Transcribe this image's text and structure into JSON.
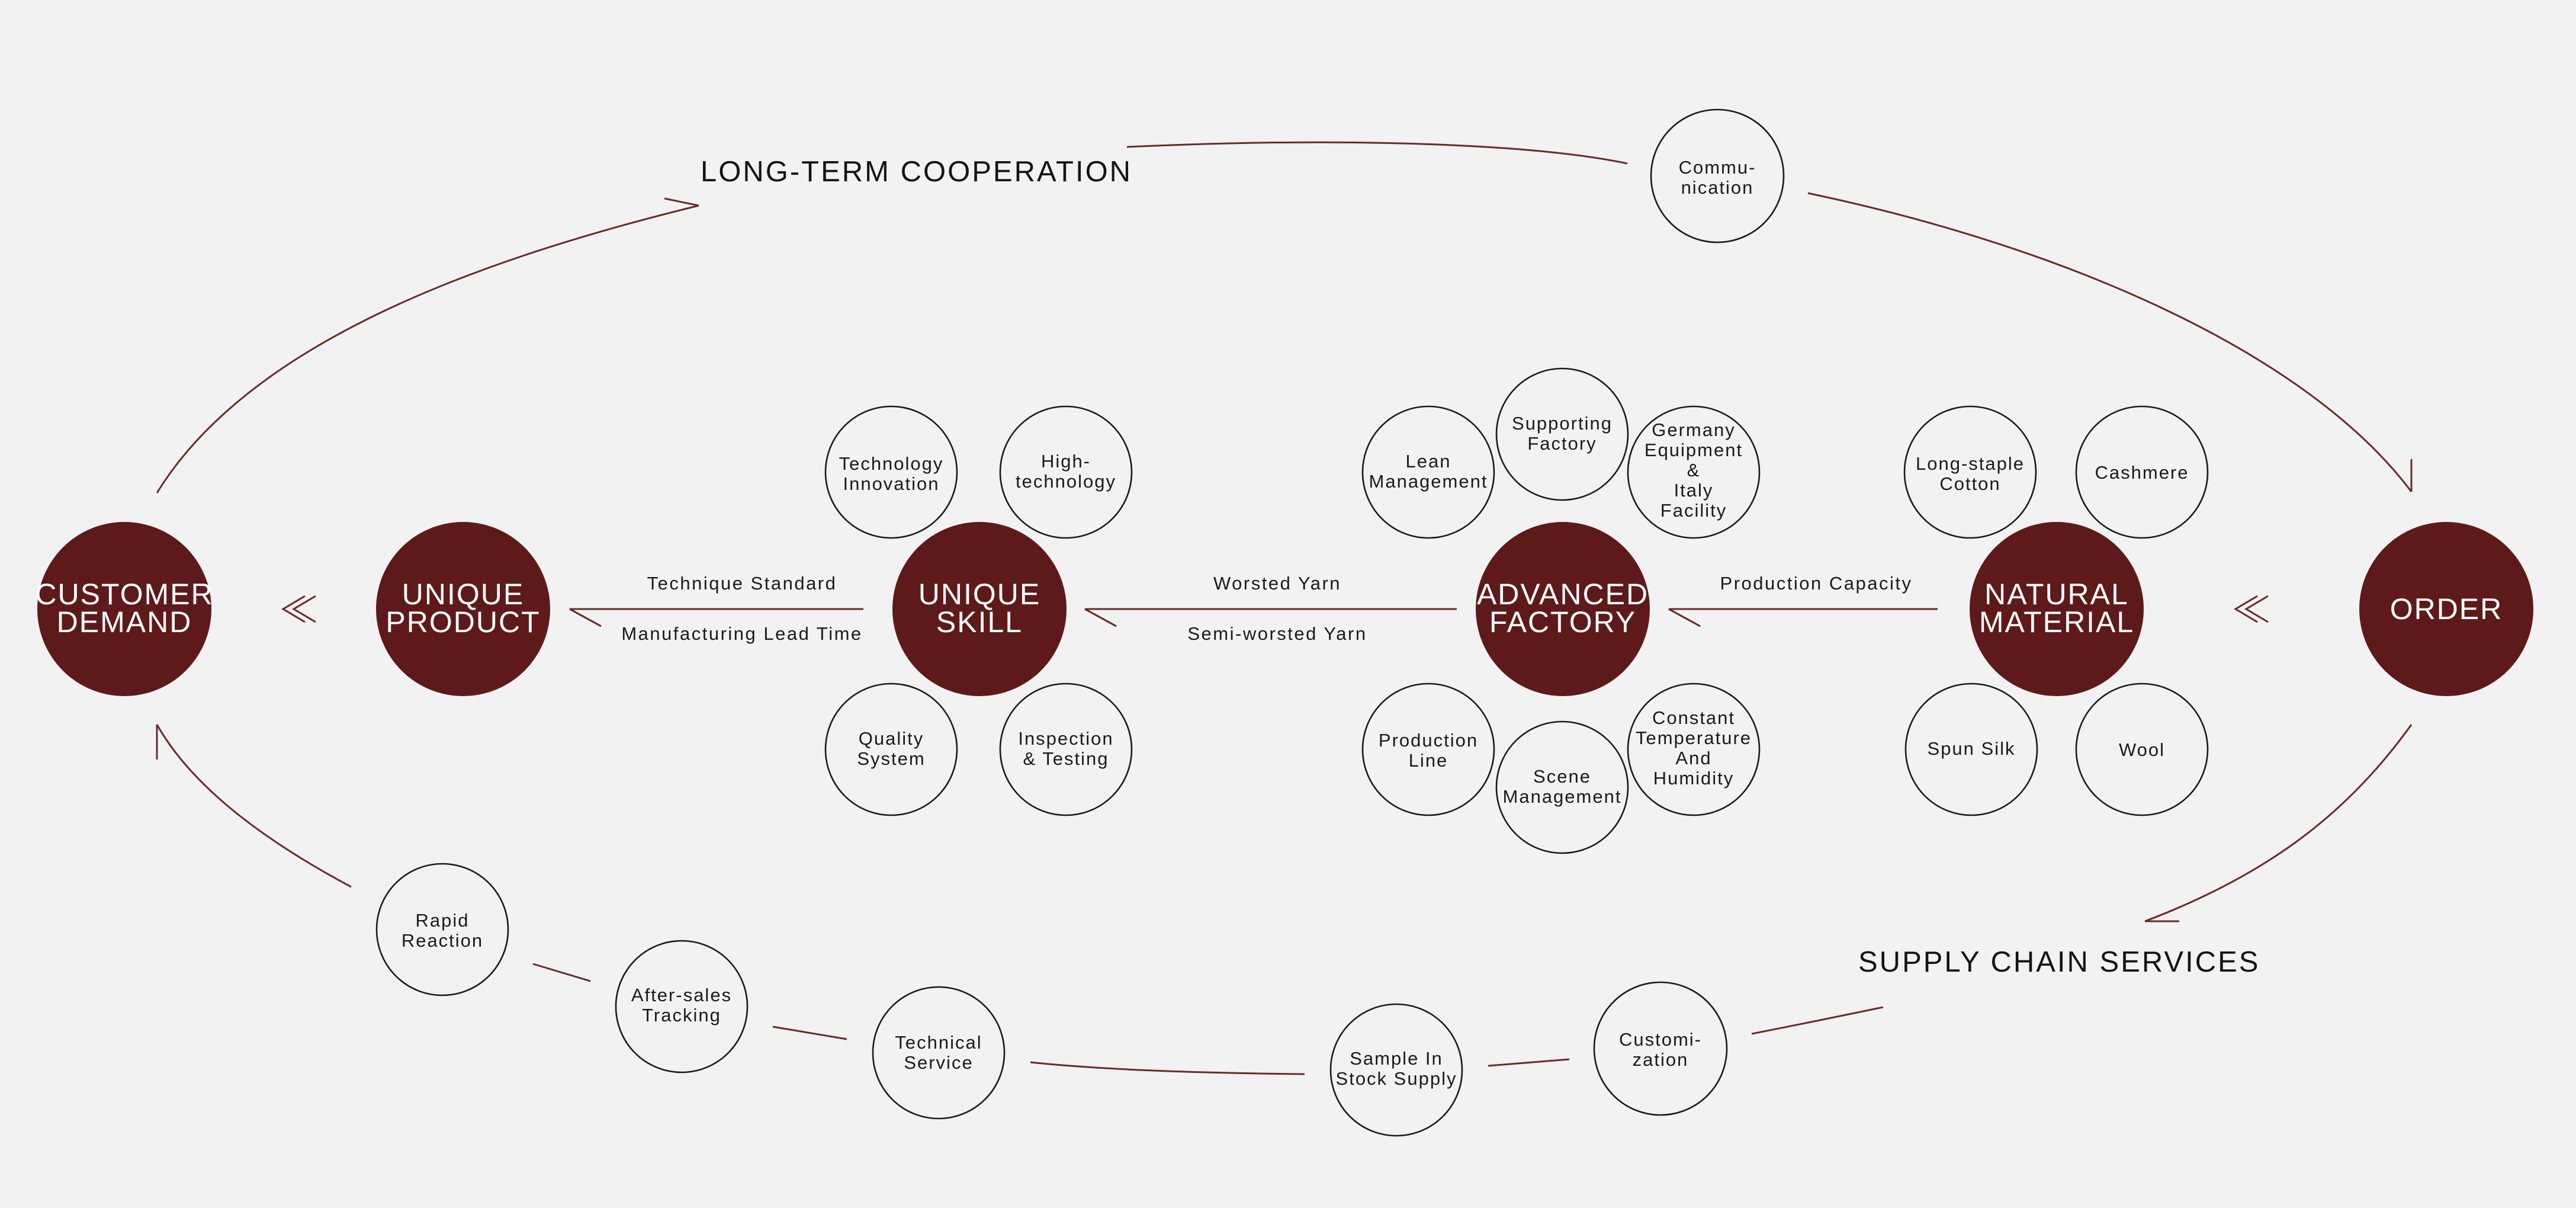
{
  "headings": {
    "long_term": "LONG-TERM COOPERATION",
    "supply_chain": "SUPPLY CHAIN SERVICES"
  },
  "main_nodes": {
    "customer_demand": [
      "CUSTOMER",
      "DEMAND"
    ],
    "unique_product": [
      "UNIQUE",
      "PRODUCT"
    ],
    "unique_skill": [
      "UNIQUE",
      "SKILL"
    ],
    "advanced_factory": [
      "ADVANCED",
      "FACTORY"
    ],
    "natural_material": [
      "NATURAL",
      "MATERIAL"
    ],
    "order": [
      "ORDER"
    ]
  },
  "edges": {
    "technique_standard": "Technique Standard",
    "manufacturing_lead_time": "Manufacturing Lead Time",
    "worsted_yarn": "Worsted Yarn",
    "semi_worsted_yarn": "Semi-worsted Yarn",
    "production_capacity": "Production Capacity"
  },
  "skill_nodes": {
    "technology_innovation": [
      "Technology",
      "Innovation"
    ],
    "high_technology": [
      "High-",
      "technology"
    ],
    "quality_system": [
      "Quality",
      "System"
    ],
    "inspection_testing": [
      "Inspection",
      "& Testing"
    ]
  },
  "factory_nodes": {
    "lean_management": [
      "Lean",
      "Management"
    ],
    "supporting_factory": [
      "Supporting",
      "Factory"
    ],
    "germany_equipment": [
      "Germany",
      "Equipment",
      "&",
      "Italy",
      "Facility"
    ],
    "production_line": [
      "Production",
      "Line"
    ],
    "scene_management": [
      "Scene",
      "Management"
    ],
    "constant_temperature": [
      "Constant",
      "Temperature",
      "And",
      "Humidity"
    ]
  },
  "material_nodes": {
    "long_staple_cotton": [
      "Long-staple",
      "Cotton"
    ],
    "cashmere": [
      "Cashmere"
    ],
    "spun_silk": [
      "Spun Silk"
    ],
    "wool": [
      "Wool"
    ]
  },
  "cycle_nodes": {
    "communication": [
      "Commu-",
      "nication"
    ],
    "rapid_reaction": [
      "Rapid",
      "Reaction"
    ],
    "after_sales": [
      "After-sales",
      "Tracking"
    ],
    "technical_service": [
      "Technical",
      "Service"
    ],
    "sample_stock": [
      "Sample In",
      "Stock Supply"
    ],
    "customization": [
      "Customi-",
      "zation"
    ]
  },
  "colors": {
    "background": "#f2f2f2",
    "node_fill": "#5e1a1b",
    "line": "#6b2a2a",
    "text": "#1a1a1a"
  }
}
